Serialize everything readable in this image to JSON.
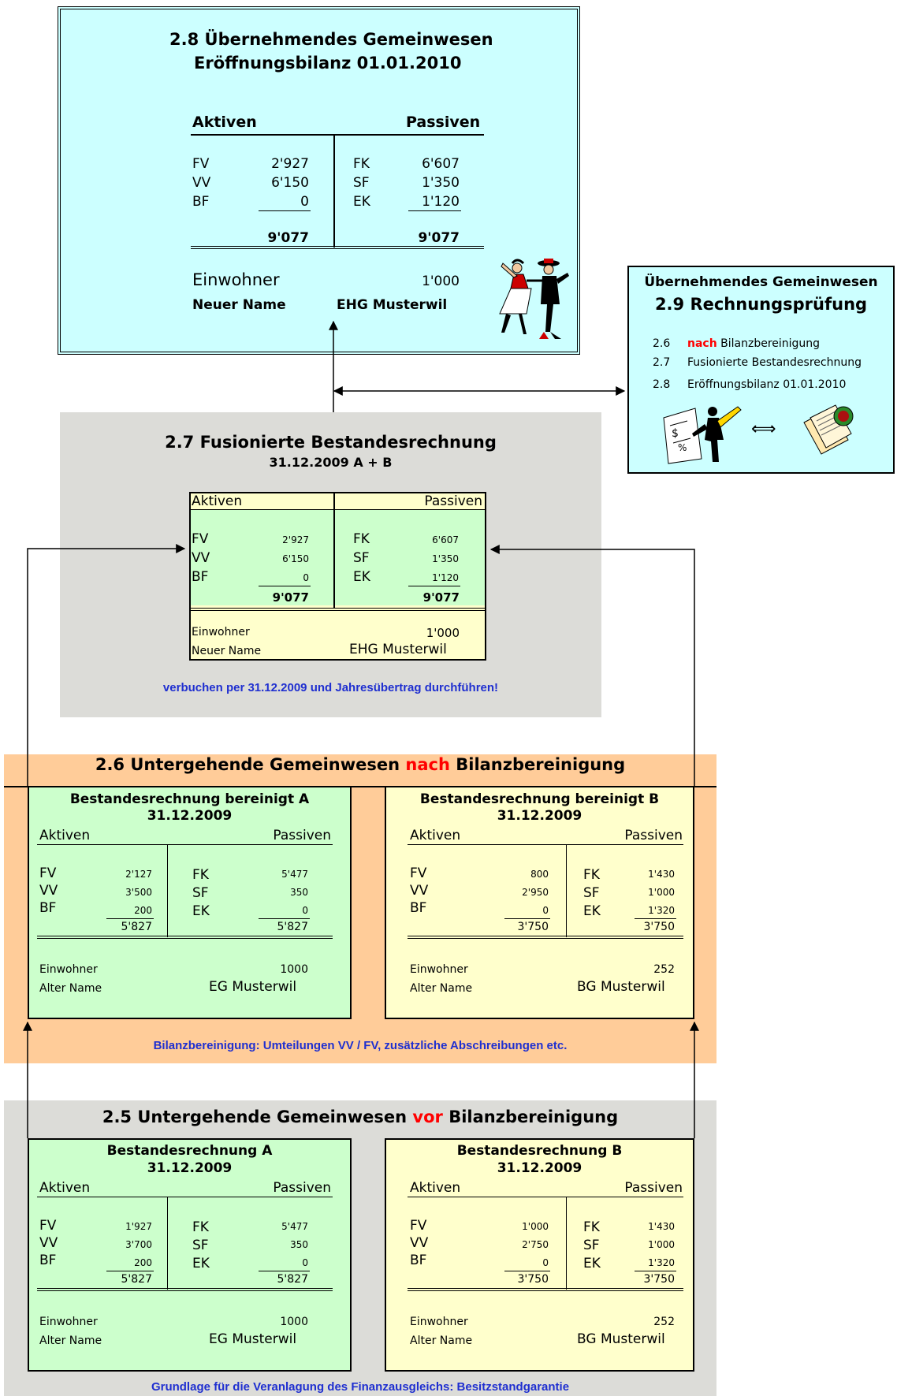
{
  "s28": {
    "title1": "2.8  Übernehmendes Gemeinwesen",
    "title2": "Eröffnungsbilanz 01.01.2010",
    "aktiven": "Aktiven",
    "passiven": "Passiven",
    "left": [
      [
        "FV",
        "2'927"
      ],
      [
        "VV",
        "6'150"
      ],
      [
        "BF",
        "0"
      ]
    ],
    "right": [
      [
        "FK",
        "6'607"
      ],
      [
        "SF",
        "1'350"
      ],
      [
        "EK",
        "1'120"
      ]
    ],
    "total_left": "9'077",
    "total_right": "9'077",
    "einwohner_label": "Einwohner",
    "einwohner_value": "1'000",
    "name_label": "Neuer Name",
    "name_value": "EHG Musterwil"
  },
  "s29": {
    "heading": "Übernehmendes Gemeinwesen",
    "title": "2.9 Rechnungsprüfung",
    "items": [
      {
        "num": "2.6",
        "highlight": "nach",
        "text": " Bilanzbereinigung"
      },
      {
        "num": "2.7",
        "highlight": "",
        "text": "Fusionierte Bestandesrechnung"
      },
      {
        "num": "2.8",
        "highlight": "",
        "text": "Eröffnungsbilanz 01.01.2010"
      }
    ],
    "arrow_symbol": "⟺"
  },
  "s27": {
    "title": "2.7 Fusionierte Bestandesrechnung",
    "subtitle": "31.12.2009 A + B",
    "aktiven": "Aktiven",
    "passiven": "Passiven",
    "left": [
      [
        "FV",
        "2'927"
      ],
      [
        "VV",
        "6'150"
      ],
      [
        "BF",
        "0"
      ]
    ],
    "right": [
      [
        "FK",
        "6'607"
      ],
      [
        "SF",
        "1'350"
      ],
      [
        "EK",
        "1'120"
      ]
    ],
    "total_left": "9'077",
    "total_right": "9'077",
    "einwohner_label": "Einwohner",
    "einwohner_value": "1'000",
    "name_label": "Neuer Name",
    "name_value": "EHG Musterwil",
    "note": "verbuchen per 31.12.2009 und Jahresübertrag durchführen!"
  },
  "s26": {
    "title_pre": "2.6 Untergehende Gemeinwesen ",
    "title_red": "nach",
    "title_post": "  Bilanzbereinigung",
    "note": "Bilanzbereinigung: Umteilungen VV / FV, zusätzliche Abschreibungen etc.",
    "a": {
      "title": "Bestandesrechnung bereinigt   A",
      "date": "31.12.2009",
      "aktiven": "Aktiven",
      "passiven": "Passiven",
      "left": [
        [
          "FV",
          "2'127"
        ],
        [
          "VV",
          "3'500"
        ],
        [
          "BF",
          "200"
        ]
      ],
      "right": [
        [
          "FK",
          "5'477"
        ],
        [
          "SF",
          "350"
        ],
        [
          "EK",
          "0"
        ]
      ],
      "total_left": "5'827",
      "total_right": "5'827",
      "einwohner_label": "Einwohner",
      "einwohner_value": "1000",
      "name_label": "Alter Name",
      "name_value": "EG  Musterwil"
    },
    "b": {
      "title": "Bestandesrechnung bereinigt   B",
      "date": "31.12.2009",
      "aktiven": "Aktiven",
      "passiven": "Passiven",
      "left": [
        [
          "FV",
          "800"
        ],
        [
          "VV",
          "2'950"
        ],
        [
          "BF",
          "0"
        ]
      ],
      "right": [
        [
          "FK",
          "1'430"
        ],
        [
          "SF",
          "1'000"
        ],
        [
          "EK",
          "1'320"
        ]
      ],
      "total_left": "3'750",
      "total_right": "3'750",
      "einwohner_label": "Einwohner",
      "einwohner_value": "252",
      "name_label": "Alter Name",
      "name_value": "BG Musterwil"
    }
  },
  "s25": {
    "title_pre": "2.5 Untergehende Gemeinwesen ",
    "title_red": "vor",
    "title_post": " Bilanzbereinigung",
    "note": "Grundlage für die Veranlagung des Finanzausgleichs: Besitzstandgarantie",
    "a": {
      "title": "Bestandesrechnung  A",
      "date": "31.12.2009",
      "aktiven": "Aktiven",
      "passiven": "Passiven",
      "left": [
        [
          "FV",
          "1'927"
        ],
        [
          "VV",
          "3'700"
        ],
        [
          "BF",
          "200"
        ]
      ],
      "right": [
        [
          "FK",
          "5'477"
        ],
        [
          "SF",
          "350"
        ],
        [
          "EK",
          "0"
        ]
      ],
      "total_left": "5'827",
      "total_right": "5'827",
      "einwohner_label": "Einwohner",
      "einwohner_value": "1000",
      "name_label": "Alter Name",
      "name_value": "EG  Musterwil"
    },
    "b": {
      "title": "Bestandesrechnung   B",
      "date": "31.12.2009",
      "aktiven": "Aktiven",
      "passiven": "Passiven",
      "left": [
        [
          "FV",
          "1'000"
        ],
        [
          "VV",
          "2'750"
        ],
        [
          "BF",
          "0"
        ]
      ],
      "right": [
        [
          "FK",
          "1'430"
        ],
        [
          "SF",
          "1'000"
        ],
        [
          "EK",
          "1'320"
        ]
      ],
      "total_left": "3'750",
      "total_right": "3'750",
      "einwohner_label": "Einwohner",
      "einwohner_value": "252",
      "name_label": "Alter Name",
      "name_value": "BG Musterwil"
    }
  },
  "colors": {
    "cyan": "#ccffff",
    "gray": "#dcdcd8",
    "orange": "#ffcc99",
    "green": "#ccffcc",
    "yellow": "#ffffcc",
    "blue_note": "#1f2fd0",
    "red": "#ff0000"
  }
}
